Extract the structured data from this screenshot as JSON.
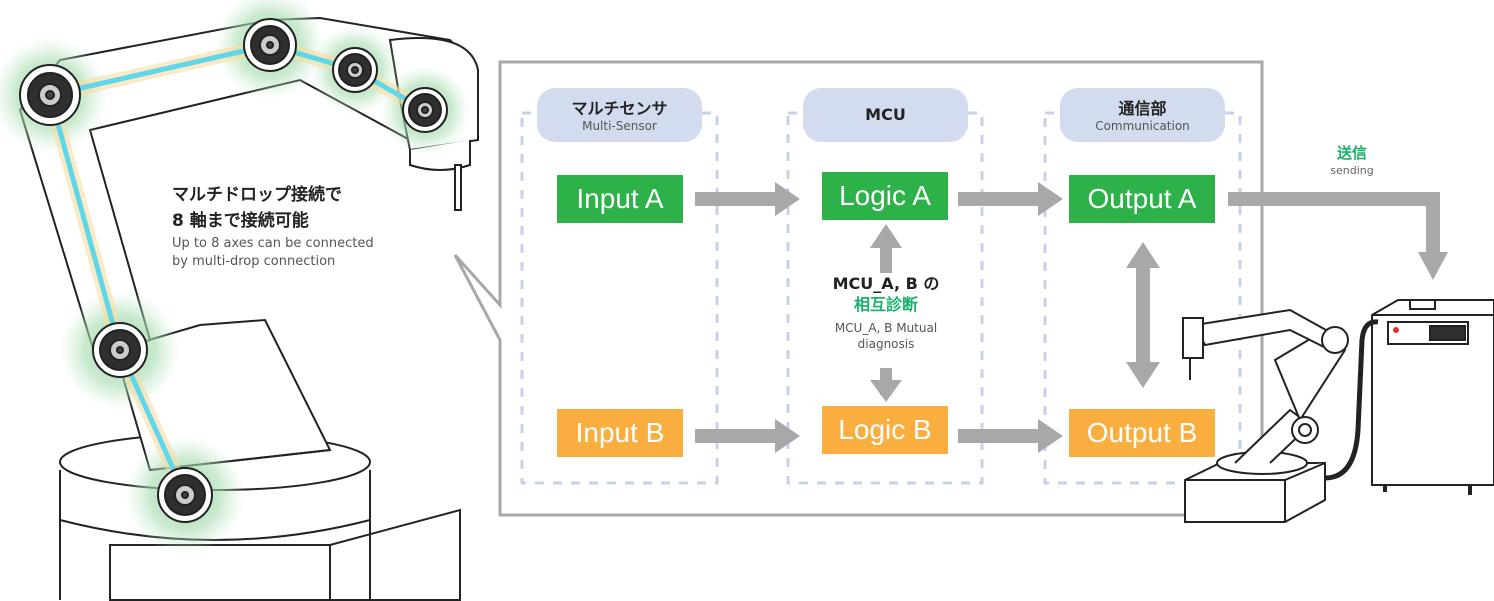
{
  "colors": {
    "green": "#2db24a",
    "orange": "#f9ae3f",
    "arrow": "#a8a8a8",
    "pill": "#d3dcee",
    "accent_green": "#19b26b",
    "cable_blue": "#5fd6ea",
    "glow_green": "#8fd49a"
  },
  "robot": {
    "annotation_ja_line1": "マルチドロップ接続で",
    "annotation_ja_line2": "8 軸まで接続可能",
    "annotation_en_line1": "Up to 8 axes can be connected",
    "annotation_en_line2": "by multi-drop connection"
  },
  "columns": {
    "sensor": {
      "title": "マルチセンサ",
      "subtitle": "Multi-Sensor"
    },
    "mcu": {
      "title": "MCU"
    },
    "comm": {
      "title": "通信部",
      "subtitle": "Communication"
    }
  },
  "blocks": {
    "input_a": "Input A",
    "input_b": "Input B",
    "logic_a": "Logic A",
    "logic_b": "Logic B",
    "output_a": "Output A",
    "output_b": "Output B"
  },
  "mutual": {
    "ja_line1": "MCU_A, B の",
    "ja_line2": "相互診断",
    "en_line1": "MCU_A, B Mutual",
    "en_line2": "diagnosis"
  },
  "sending": {
    "ja": "送信",
    "en": "sending"
  }
}
